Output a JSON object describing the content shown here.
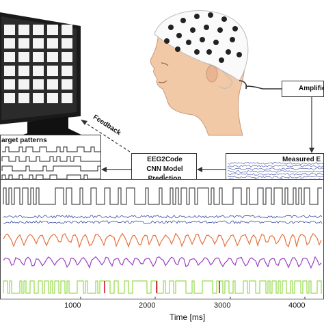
{
  "center_box": {
    "line1": "EEG2Code",
    "line2": "CNN Model",
    "line3": "Prediction"
  },
  "target_box": {
    "title": "arget patterns"
  },
  "measured_box": {
    "title": "Measured E"
  },
  "amplifier_box": {
    "title": "Amplifier"
  },
  "feedback_label": "Feedback",
  "axis": {
    "ticks": [
      "1000",
      "2000",
      "3000",
      "4000"
    ],
    "xlabel": "Time [ms]"
  },
  "colors": {
    "trace_black": "#222222",
    "trace_blue": "#3a4aa0",
    "trace_orange": "#e8703a",
    "trace_purple": "#9b3fc0",
    "trace_green": "#7ed321",
    "trace_red": "#d0021b",
    "skin": "#f2c9a6",
    "monitor": "#1a1a1a"
  }
}
